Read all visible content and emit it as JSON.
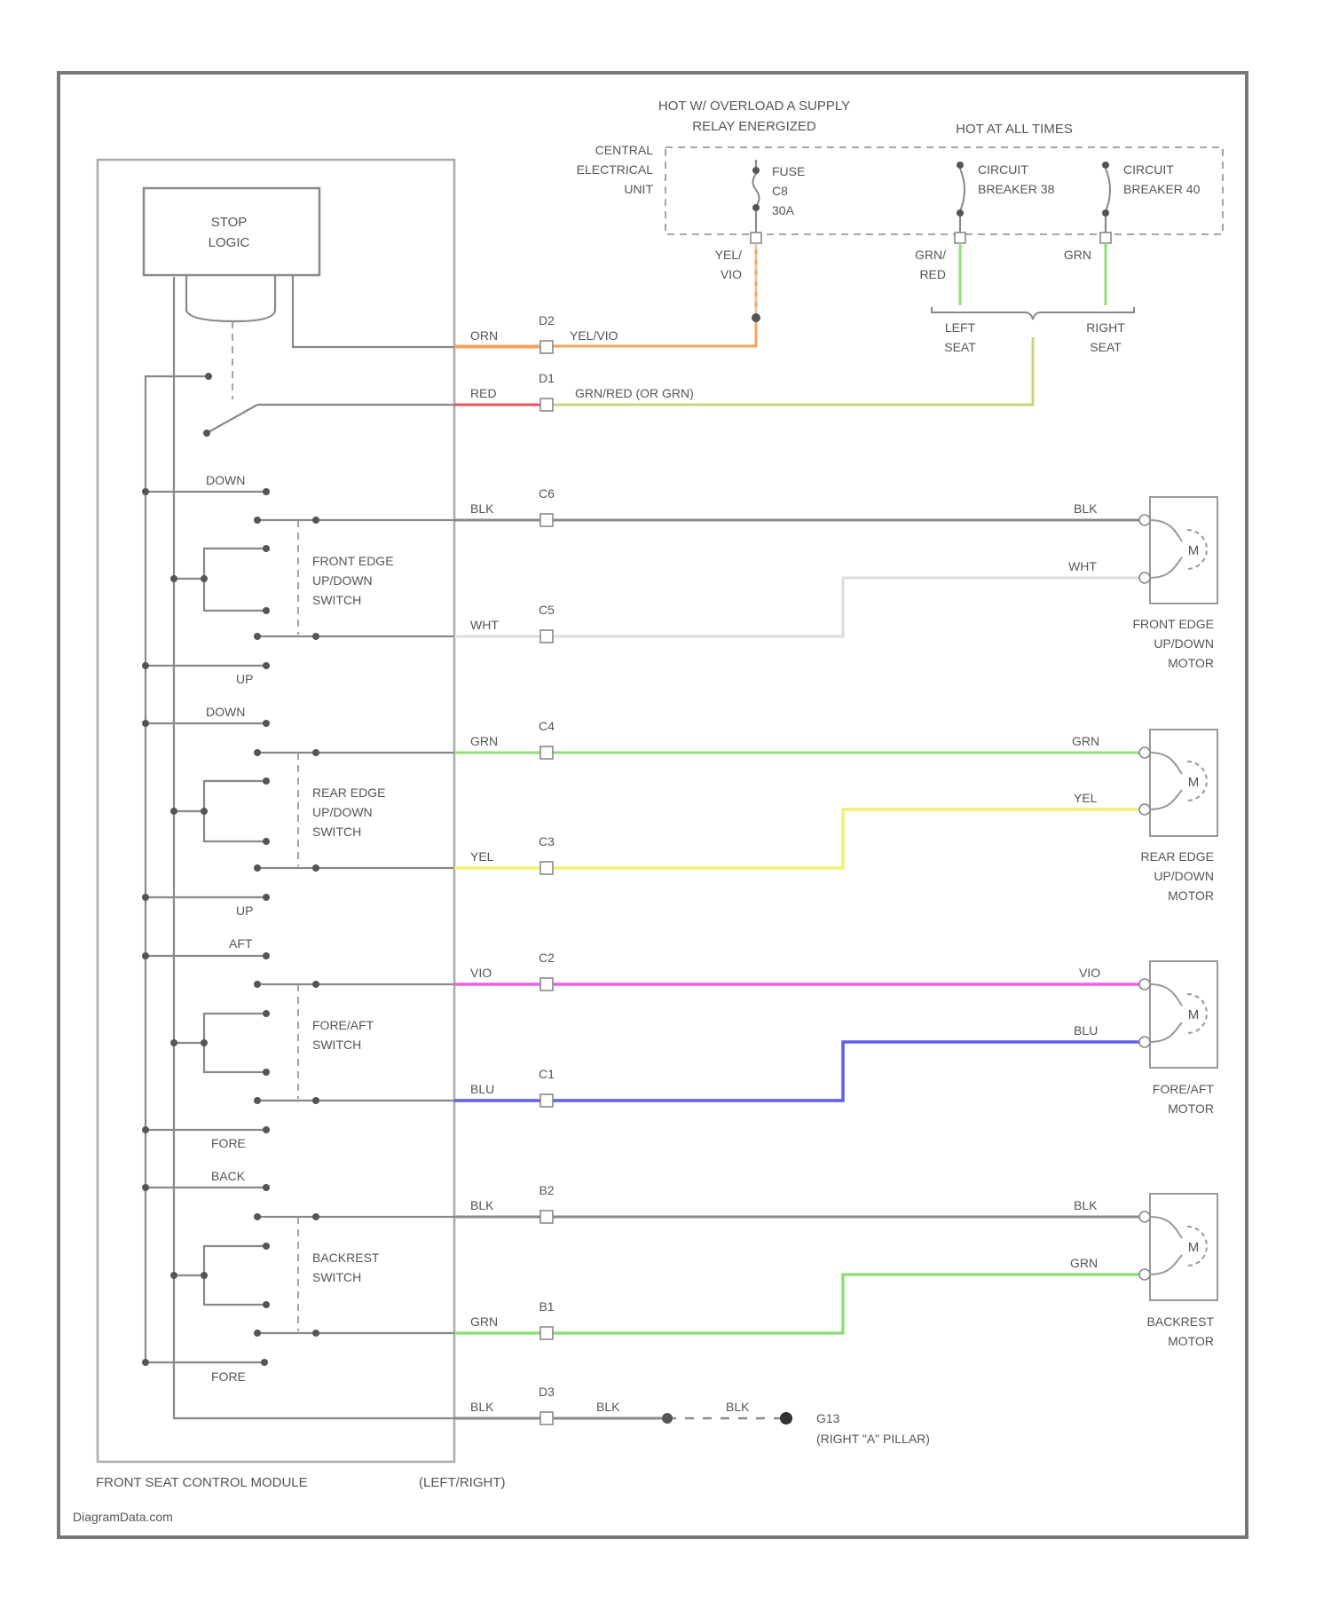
{
  "power": {
    "hot_note_line1": "HOT W/ OVERLOAD A SUPPLY",
    "hot_note_line2": "RELAY ENERGIZED",
    "hot_at_all_times": "HOT AT ALL TIMES",
    "ceu_line1": "CENTRAL",
    "ceu_line2": "ELECTRICAL",
    "ceu_line3": "UNIT",
    "fuse_line1": "FUSE",
    "fuse_line2": "C8",
    "fuse_line3": "30A",
    "cb1_line1": "CIRCUIT",
    "cb1_line2": "BREAKER 38",
    "cb2_line1": "CIRCUIT",
    "cb2_line2": "BREAKER 40",
    "wire_yel_vio_1": "YEL/",
    "wire_yel_vio_2": "VIO",
    "wire_grn_red_1": "GRN/",
    "wire_grn_red_2": "RED",
    "wire_grn": "GRN",
    "left_seat_1": "LEFT",
    "left_seat_2": "SEAT",
    "right_seat_1": "RIGHT",
    "right_seat_2": "SEAT"
  },
  "module": {
    "stop_logic_1": "STOP",
    "stop_logic_2": "LOGIC",
    "title": "FRONT SEAT CONTROL MODULE",
    "side": "(LEFT/RIGHT)"
  },
  "switches": {
    "front_edge": [
      "FRONT EDGE",
      "UP/DOWN",
      "SWITCH"
    ],
    "rear_edge": [
      "REAR EDGE",
      "UP/DOWN",
      "SWITCH"
    ],
    "fore_aft": [
      "FORE/AFT",
      "SWITCH"
    ],
    "backrest": [
      "BACKREST",
      "SWITCH"
    ],
    "down1": "DOWN",
    "up1": "UP",
    "down2": "DOWN",
    "up2": "UP",
    "aft": "AFT",
    "fore1": "FORE",
    "back": "BACK",
    "fore2": "FORE"
  },
  "connectors": {
    "d2": "D2",
    "d1": "D1",
    "c6": "C6",
    "c5": "C5",
    "c4": "C4",
    "c3": "C3",
    "c2": "C2",
    "c1": "C1",
    "b2": "B2",
    "b1": "B1",
    "d3": "D3"
  },
  "wires": {
    "orn": "ORN",
    "yel_vio": "YEL/VIO",
    "red": "RED",
    "grn_red_or_grn": "GRN/RED (OR GRN)",
    "blk1": "BLK",
    "blk1r": "BLK",
    "wht1": "WHT",
    "wht1r": "WHT",
    "grn1": "GRN",
    "grn1r": "GRN",
    "yel1": "YEL",
    "yel1r": "YEL",
    "vio1": "VIO",
    "vio1r": "VIO",
    "blu1": "BLU",
    "blu1r": "BLU",
    "blk2": "BLK",
    "blk2r": "BLK",
    "grn2": "GRN",
    "grn2r": "GRN",
    "blk3": "BLK",
    "blk3b": "BLK",
    "blk3c": "BLK"
  },
  "motors": {
    "m": "M",
    "front_edge": [
      "FRONT EDGE",
      "UP/DOWN",
      "MOTOR"
    ],
    "rear_edge": [
      "REAR EDGE",
      "UP/DOWN",
      "MOTOR"
    ],
    "fore_aft": [
      "FORE/AFT",
      "MOTOR"
    ],
    "backrest": [
      "BACKREST",
      "MOTOR"
    ]
  },
  "ground": {
    "id": "G13",
    "location": "(RIGHT \"A\" PILLAR)"
  },
  "footer": {
    "watermark": "DiagramData.com"
  },
  "colors": {
    "orange": "#f5a25a",
    "red": "#f0505a",
    "olive": "#c8d67a",
    "gray": "#8a8a8a",
    "white": "#dcdcdc",
    "green": "#8ee07a",
    "yellow": "#f3f070",
    "violet": "#f25ee8",
    "blue": "#5e5ef0"
  }
}
